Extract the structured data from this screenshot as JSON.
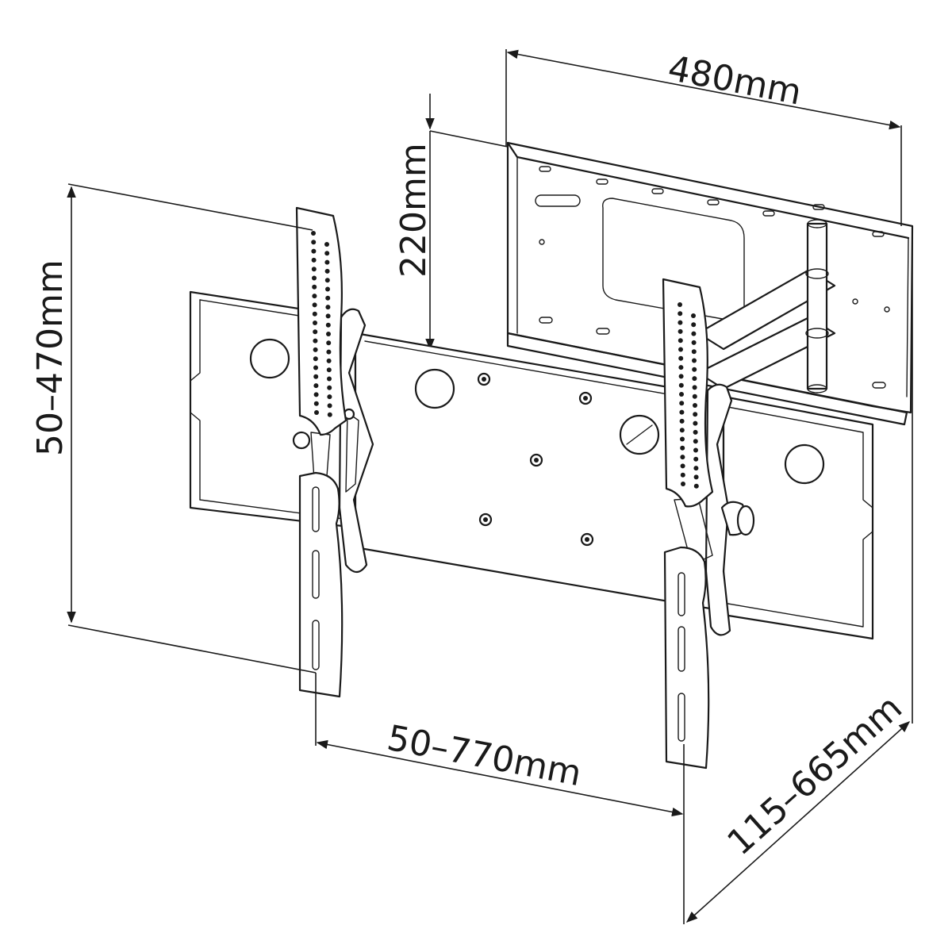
{
  "dimensions": {
    "width": "480mm",
    "height": "220mm",
    "vertical_range": "50–470mm",
    "horizontal_range": "50–770mm",
    "depth_range": "115–665mm"
  },
  "colors": {
    "line": "#1a1a1a",
    "background": "#ffffff"
  }
}
